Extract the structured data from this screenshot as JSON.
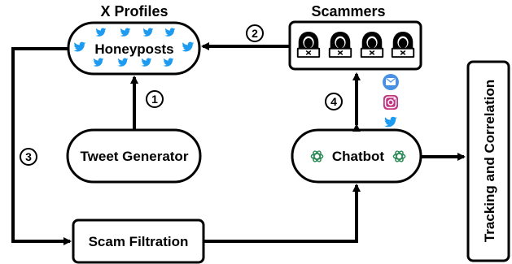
{
  "sections": {
    "profiles_title": "X Profiles",
    "scammers_title": "Scammers"
  },
  "nodes": {
    "honeyposts": "Honeyposts",
    "tweet_generator": "Tweet Generator",
    "chatbot": "Chatbot",
    "scam_filtration": "Scam Filtration",
    "tracking": "Tracking and Correlation"
  },
  "steps": [
    "1",
    "2",
    "3",
    "4"
  ],
  "icons": {
    "profile_icon": "twitter-bird-icon",
    "scammer_icon": "hooded-hacker-icon",
    "chatbot_icon": "openai-logo-icon",
    "channels": [
      "email-icon",
      "instagram-icon",
      "twitter-bird-icon"
    ]
  },
  "colors": {
    "twitter_blue": "#1D9BF0",
    "email_blue": "#4A90E2",
    "openai_green": "#2E8B57",
    "stroke": "#000000"
  }
}
